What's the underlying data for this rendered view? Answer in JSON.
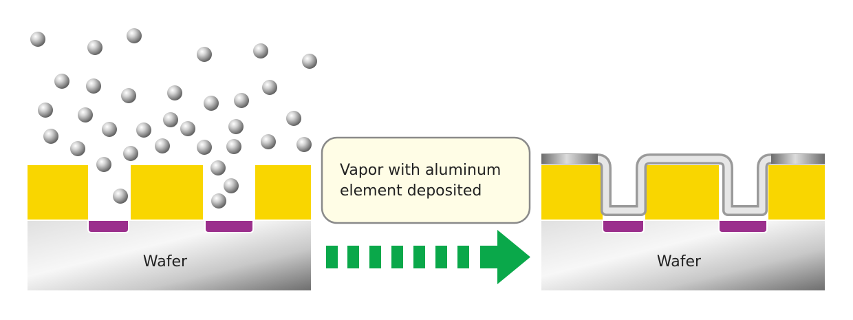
{
  "left_panel": {
    "wafer_label": "Wafer"
  },
  "right_panel": {
    "wafer_label": "Wafer"
  },
  "callout": {
    "line1": "Vapor with aluminum",
    "line2": "element deposited"
  },
  "colors": {
    "insulator": "#f9d600",
    "contact": "#9b2f8c",
    "wafer_light": "#f2f2f2",
    "wafer_dark": "#7a7a7a",
    "arrow": "#0aa84a",
    "particle": "#9e9e9e",
    "callout_fill": "#fffde6",
    "callout_border": "#8a8a8a"
  },
  "icons": {
    "particle": "aluminum-particle-icon",
    "arrow": "process-arrow-icon"
  }
}
